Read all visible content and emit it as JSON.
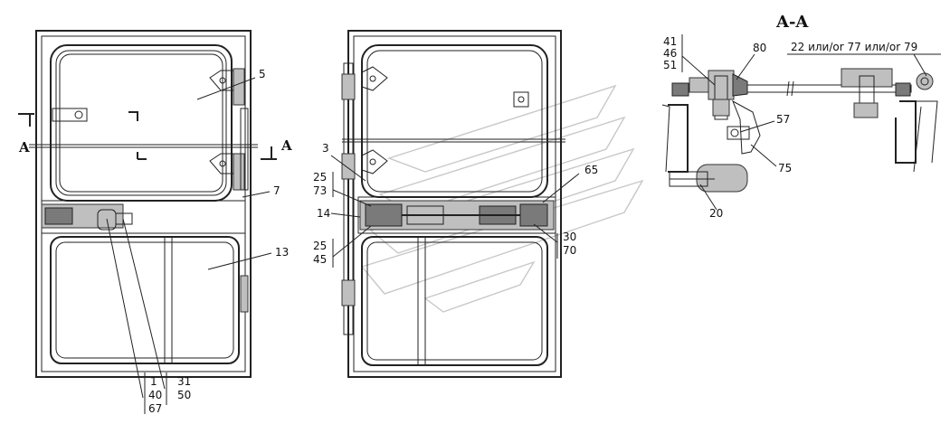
{
  "section": {
    "title": "A-A",
    "left_mark": "A",
    "right_mark": "A"
  },
  "callouts": {
    "c5": "5",
    "c7": "7",
    "c13": "13",
    "c1": "1",
    "c40": "40",
    "c67": "67",
    "c31": "31",
    "c50": "50",
    "c3": "3",
    "c25a": "25",
    "c73": "73",
    "c14": "14",
    "c25b": "25",
    "c45": "45",
    "c65": "65",
    "c30": "30",
    "c70": "70",
    "c41": "41",
    "c46": "46",
    "c51": "51",
    "c80": "80",
    "c22": "22 или/or 77 или/or 79",
    "c57": "57",
    "c75": "75",
    "c20": "20"
  }
}
